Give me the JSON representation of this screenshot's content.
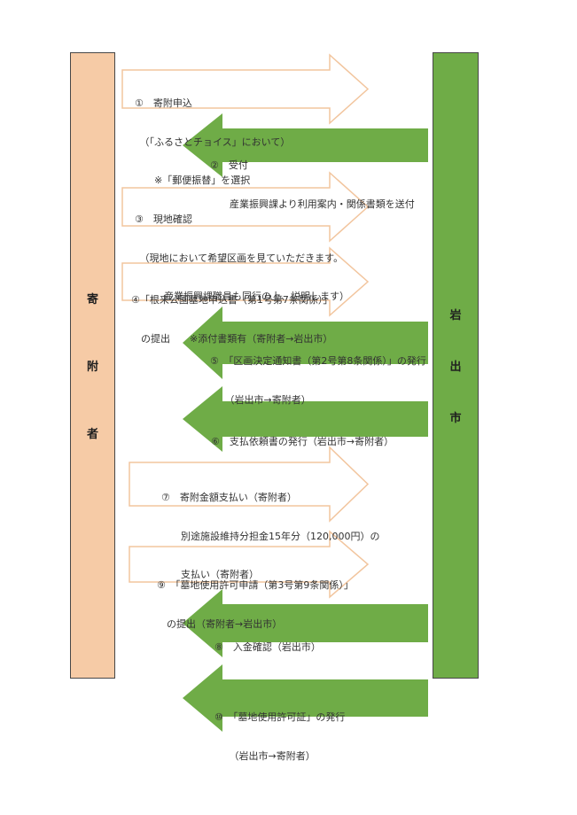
{
  "diagram": {
    "title": "",
    "left_actor": {
      "label": "寄附者",
      "chars": [
        "寄",
        "附",
        "者"
      ],
      "fill_color": "#F6CBA6",
      "border_color": "#474747"
    },
    "right_actor": {
      "label": "岩出市",
      "chars": [
        "岩",
        "出",
        "市"
      ],
      "fill_color": "#6FAC47",
      "border_color": "#474747"
    },
    "arrow_styles": {
      "donor_to_city_fill": "#FFFFFF",
      "donor_to_city_outline": "#F2C59E",
      "city_to_donor_fill": "#6FAC47",
      "text_color": "#323232"
    },
    "steps": {
      "s1": {
        "direction": "donor-to-city",
        "lines": [
          "①　寄附申込",
          "　（「ふるさとチョイス」において）",
          "　　※「郵便振替」を選択"
        ]
      },
      "s2": {
        "direction": "city-to-donor",
        "lines": [
          "②　受付",
          "　　産業振興課より利用案内・関係書類を送付"
        ]
      },
      "s3": {
        "direction": "donor-to-city",
        "lines": [
          "③　現地確認",
          "　（現地において希望区画を見ていただきます。",
          "　　　産業振興課職員も同行の上、説明します）"
        ]
      },
      "s4": {
        "direction": "donor-to-city",
        "lines": [
          "④「根来公園墓地申込書（第1号第7条関係）」",
          "　の提出　　※添付書類有（寄附者→岩出市）"
        ]
      },
      "s5": {
        "direction": "city-to-donor",
        "lines": [
          "⑤　「区画決定通知書（第2号第8条関係）」の発行",
          "　　（岩出市→寄附者）"
        ]
      },
      "s6": {
        "direction": "city-to-donor",
        "lines": [
          "⑥　支払依頼書の発行（岩出市→寄附者）"
        ]
      },
      "s7": {
        "direction": "donor-to-city",
        "lines": [
          "⑦　寄附金額支払い（寄附者）",
          "　　別途施設維持分担金15年分（120,000円）の",
          "　　支払い（寄附者）"
        ]
      },
      "s9": {
        "direction": "donor-to-city",
        "lines": [
          "⑨　「墓地使用許可申請（第3号第9条関係）」",
          "　の提出（寄附者→岩出市）"
        ]
      },
      "s8": {
        "direction": "city-to-donor",
        "lines": [
          "⑧　入金確認（岩出市）"
        ]
      },
      "s10": {
        "direction": "city-to-donor",
        "lines": [
          "⑩　「墓地使用許可証」の発行",
          "　　（岩出市→寄附者）"
        ]
      }
    }
  }
}
